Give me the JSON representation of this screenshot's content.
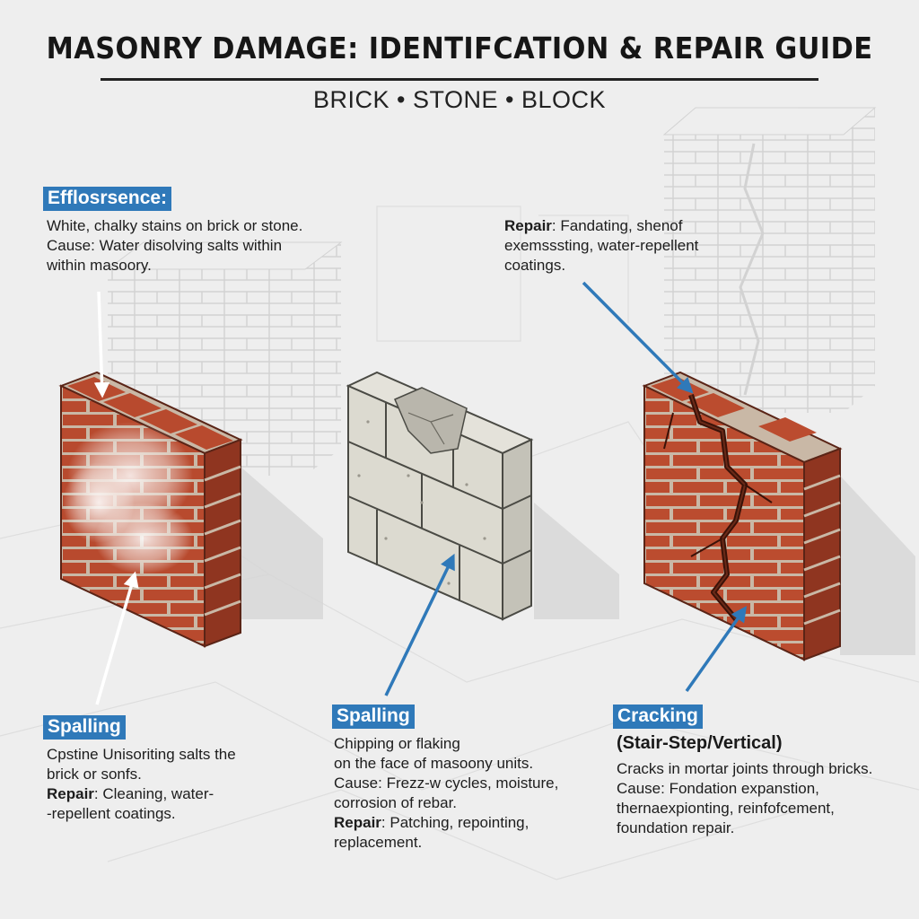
{
  "header": {
    "title": "MASONRY DAMAGE: IDENTIFCATION & REPAIR GUIDE",
    "subtitle": "BRICK • STONE • BLOCK"
  },
  "efflorescence": {
    "label": "Efflosrsence:",
    "lines": [
      "White, chalky stains on brick or stone.",
      "Cause: Water disolving salts within",
      "within masoory."
    ]
  },
  "repair_top": {
    "repair_label": "Repair",
    "line1_rest": ": Fandating, shenof",
    "lines": [
      "exemsssting, water-repellent",
      "coatings."
    ]
  },
  "spalling_left": {
    "label": "Spalling",
    "lines": [
      "Cpstine Unisoriting salts the",
      "brick or sonfs."
    ],
    "repair_label": "Repair",
    "repair_rest": ": Cleaning, water-",
    "last_line": "-repellent coatings."
  },
  "spalling_middle": {
    "label": "Spalling",
    "lines": [
      "Chipping or flaking",
      "on the face of masoony units.",
      "Cause: Frezz-w cycles, moisture,",
      "corrosion of rebar."
    ],
    "repair_label": "Repair",
    "repair_rest": ": Patching, repointing,",
    "last_line": "replacement."
  },
  "cracking": {
    "label": "Cracking",
    "subhead": "(Stair-Step/Vertical)",
    "lines": [
      "Cracks in mortar joints through bricks.",
      "Cause: Fondation expanstion,",
      "thernaexpionting, reinfofcement,",
      "foundation repair."
    ]
  },
  "colors": {
    "background": "#eeeeee",
    "brick": "#b84a2e",
    "brick_dark": "#8f3520",
    "mortar": "#c9b8a6",
    "stone": "#dcdad0",
    "tag_blue": "#2f79b9",
    "arrow_blue": "#2f79b9",
    "arrow_white": "#ffffff"
  },
  "illustrations": [
    "efflorescence-brick-wall",
    "spalled-stone-block-wall",
    "cracked-brick-wall"
  ]
}
